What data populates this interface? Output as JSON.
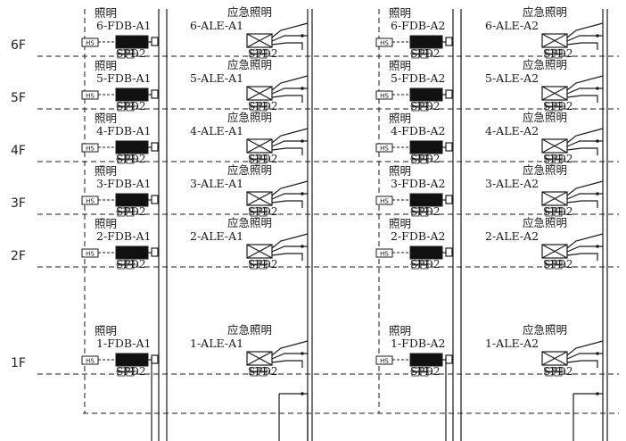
{
  "floors": [
    {
      "label": "6F",
      "ids": [
        "6-FDB-A1",
        "6-ALE-A1",
        "6-FDB-A2",
        "6-ALE-A2"
      ]
    },
    {
      "label": "5F",
      "ids": [
        "5-FDB-A1",
        "5-ALE-A1",
        "5-FDB-A2",
        "5-ALE-A2"
      ]
    },
    {
      "label": "4F",
      "ids": [
        "4-FDB-A1",
        "4-ALE-A1",
        "4-FDB-A2",
        "4-ALE-A2"
      ]
    },
    {
      "label": "3F",
      "ids": [
        "3-FDB-A1",
        "3-ALE-A1",
        "3-FDB-A2",
        "3-ALE-A2"
      ]
    },
    {
      "label": "2F",
      "ids": [
        "2-FDB-A1",
        "2-ALE-A1",
        "2-FDB-A2",
        "2-ALE-A2"
      ]
    },
    {
      "label": "1F",
      "ids": [
        "1-FDB-A1",
        "1-ALE-A1",
        "1-FDB-A2",
        "1-ALE-A2"
      ]
    }
  ],
  "labels": {
    "lighting": "照明",
    "emergency_lighting": "应急照明",
    "spd": "SPD2",
    "hs": "HS"
  },
  "colors": {
    "line": "#1a1a1a",
    "text": "#1a1a1a",
    "background": "#ffffff"
  }
}
